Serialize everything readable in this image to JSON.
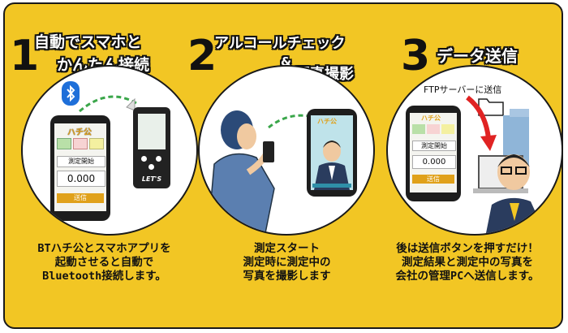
{
  "steps": [
    {
      "number": "1",
      "title_line1": "自動でスマホと",
      "title_line2": "かんたん接続",
      "desc_lines": [
        "BTハチ公とスマホアプリを",
        "起動させると自動で",
        "Bluetooth接続します。"
      ]
    },
    {
      "number": "2",
      "title_line1": "アルコールチェック",
      "title_amp": "&",
      "title_line2": "写真撮影",
      "desc_lines": [
        "測定スタート",
        "測定時に測定中の",
        "写真を撮影します"
      ]
    },
    {
      "number": "3",
      "title_line1": "データ送信",
      "desc_lines": [
        "後は送信ボタンを押すだけ！",
        "測定結果と測定中の写真を",
        "会社の管理PCへ送信します。"
      ]
    }
  ],
  "app": {
    "logo": "ハチ公",
    "measure_button": "測定開始",
    "reading": "0.000",
    "send_button": "送信"
  },
  "device": {
    "brand": "LET'S"
  },
  "step3_caption": "FTPサーバーに送信",
  "colors": {
    "background": "#f2c624",
    "bluetooth": "#1e6fd9",
    "phone_button": "#e0a11a",
    "arrow": "#e02323",
    "dashed_arc": "#3aa64a"
  }
}
